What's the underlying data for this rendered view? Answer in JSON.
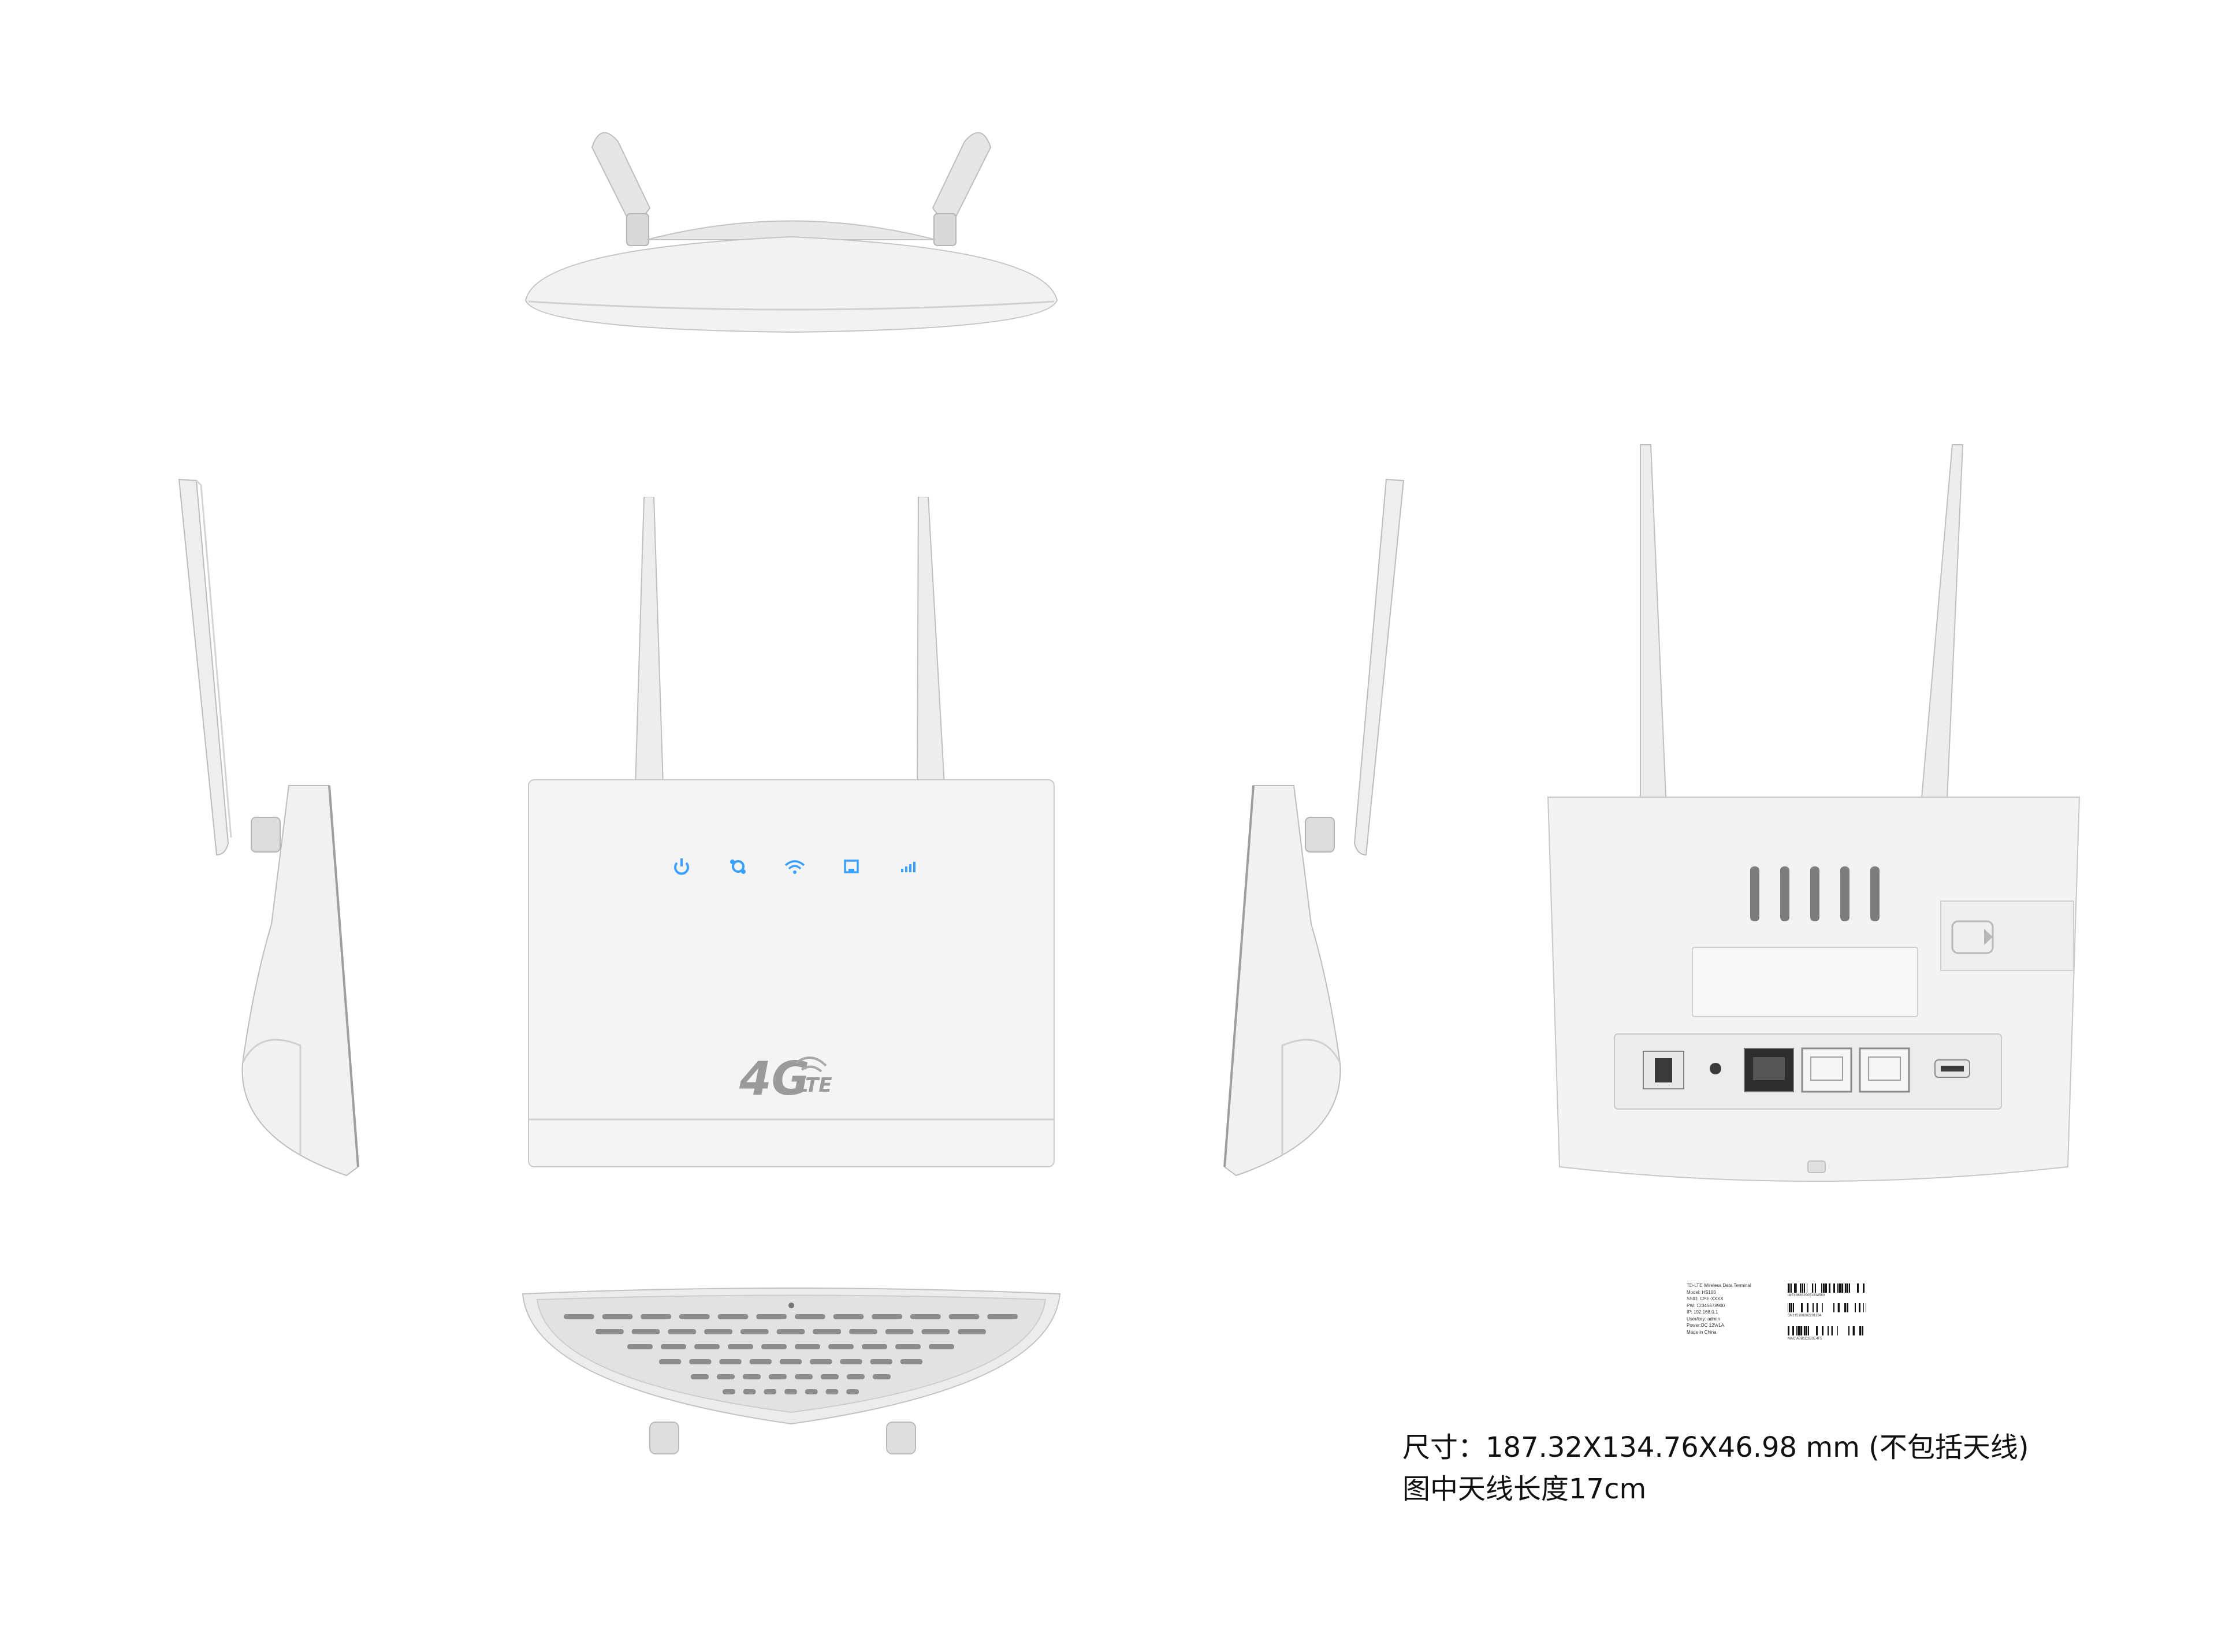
{
  "views": {
    "top": "top-view",
    "left": "left-side-view",
    "front": "front-view",
    "right": "right-side-view",
    "back": "back-view",
    "bottom": "bottom-view"
  },
  "front": {
    "logo_main": "4G",
    "logo_sub": "LTE",
    "led_color": "#3aa0ff",
    "indicators": [
      "power-icon",
      "network-icon",
      "wifi-icon",
      "lan-icon",
      "signal-icon"
    ]
  },
  "back": {
    "ports": [
      "DC",
      "RST",
      "WLAN",
      "LAN1",
      "LAN2"
    ]
  },
  "sticker": {
    "lines": [
      "TD-LTE Wireless Data Terminal",
      "Model: HS100",
      "SSID: CPE-XXXX",
      "PW: 12345678900",
      "IP: 192.168.0.1",
      "User/key: admin",
      "Power:DC 12V/1A",
      "Made in China"
    ],
    "barcode_captions": [
      "IMEI:866329051234560",
      "SN:HS100202201234",
      "MAC:A0B1C2D3E4F5"
    ]
  },
  "spec": {
    "dimensions": "尺寸：187.32X134.76X46.98 mm (不包括天线)",
    "antenna": "图中天线长度17cm"
  },
  "colors": {
    "body": "#f1f1f1",
    "shade": "#d6d6d6",
    "outline": "#b9b9b9",
    "dark_port": "#3a3a3a"
  }
}
